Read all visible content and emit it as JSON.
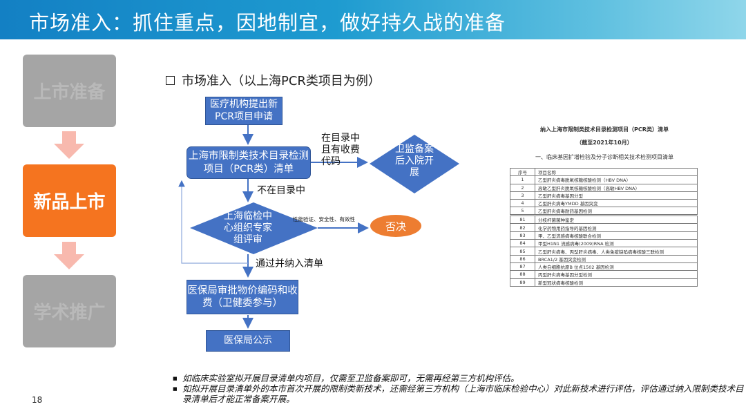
{
  "header": {
    "title": "市场准入：抓住重点，因地制宜，做好持久战的准备"
  },
  "sidebar": {
    "items": [
      {
        "label": "上市准备",
        "state": "inactive"
      },
      {
        "label": "新品上市",
        "state": "active"
      },
      {
        "label": "学术推广",
        "state": "inactive"
      }
    ]
  },
  "colors": {
    "header": "#1a8fc9",
    "flow": "#4472c4",
    "active": "#f5741f",
    "inactive": "#a5a5a5",
    "arrow": "#f8b9ae"
  },
  "heading": "市场准入（以上海PCR类项目为例）",
  "flow": {
    "box1": "医疗机构提出新PCR项目申请",
    "box2": "上海市限制类技术目录检测项目（PCR类）清单",
    "diamond_right": "卫监备案后入院开展",
    "label_in_catalog": "在目录中且有收费代码",
    "label_not_in": "不在目录中",
    "diamond_review": "上海临检中心组织专家组评审",
    "label_criteria": "性能验证、安全性、有效性",
    "reject": "否决",
    "label_pass": "通过并纳入清单",
    "box3": "医保局审批物价编码和收费（卫健委参与）",
    "box4": "医保局公示"
  },
  "table": {
    "title": "纳入上海市限制类技术目录检测项目（PCR类）清单",
    "subtitle": "（截至2021年10月）",
    "section": "一、临床基因扩增检验及分子诊断相关技术检测项目清单",
    "headers": [
      "序号",
      "项目名称"
    ],
    "rows": [
      [
        "1",
        "乙型肝炎病毒脱氧核糖核酸检测（HBV DNA）"
      ],
      [
        "2",
        "高敏乙型肝炎脱氧核糖核酸检测（高敏HBV DNA）"
      ],
      [
        "3",
        "乙型肝炎病毒基因分型"
      ],
      [
        "4",
        "乙型肝炎病毒YMDD 基因突变"
      ],
      [
        "5",
        "乙型肝炎病毒耐药基因检测"
      ],
      [
        "81",
        "分枝杆菌菌种鉴定"
      ],
      [
        "82",
        "化学药物用药指导的基因检测"
      ],
      [
        "83",
        "甲、乙型流感病毒核酸联合检测"
      ],
      [
        "84",
        "甲型H1N1 流感病毒(2009)RNA 检测"
      ],
      [
        "85",
        "乙型肝炎病毒、丙型肝炎病毒、人类免疫缺陷病毒核酸三联检测"
      ],
      [
        "86",
        "BRCA1/2 基因突变检测"
      ],
      [
        "87",
        "人类白细胞抗原B 位点1502 基因检测"
      ],
      [
        "88",
        "丙型肝炎病毒基因分型检测"
      ],
      [
        "89",
        "新型冠状病毒核酸检测"
      ]
    ]
  },
  "bullets": [
    "如临床实验室拟开展目录清单内项目，仅需至卫监备案即可，无需再经第三方机构评估。",
    "如拟开展目录清单外的本市首次开展的限制类新技术，还需经第三方机构（上海市临床检验中心）对此新技术进行评估，评估通过纳入限制类技术目录清单后才能正常备案开展。"
  ],
  "page_number": "18"
}
